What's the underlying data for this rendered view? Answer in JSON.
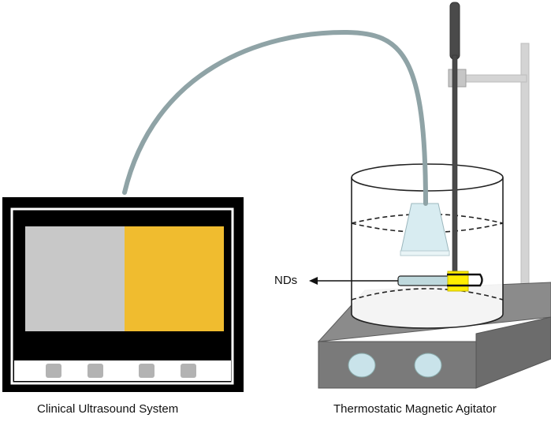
{
  "labels": {
    "nds": "NDs",
    "ultrasound_system": "Clinical Ultrasound System",
    "agitator": "Thermostatic Magnetic Agitator"
  },
  "colors": {
    "cable": "#8fa3a6",
    "monitor_frame": "#000000",
    "screen_left": "#c8c8c8",
    "screen_right": "#f0bc2f",
    "monitor_knob": "#b3b3b3",
    "stand": "#d4d4d4",
    "rod": "#4a4a4a",
    "hotplate_top": "#8b8b8b",
    "hotplate_front": "#7a7a7a",
    "hotplate_button": "#c9e3ea",
    "probe": "#d8ecf1",
    "stirrer_clip": "#ffee00",
    "tube": "#bfd9dd"
  }
}
